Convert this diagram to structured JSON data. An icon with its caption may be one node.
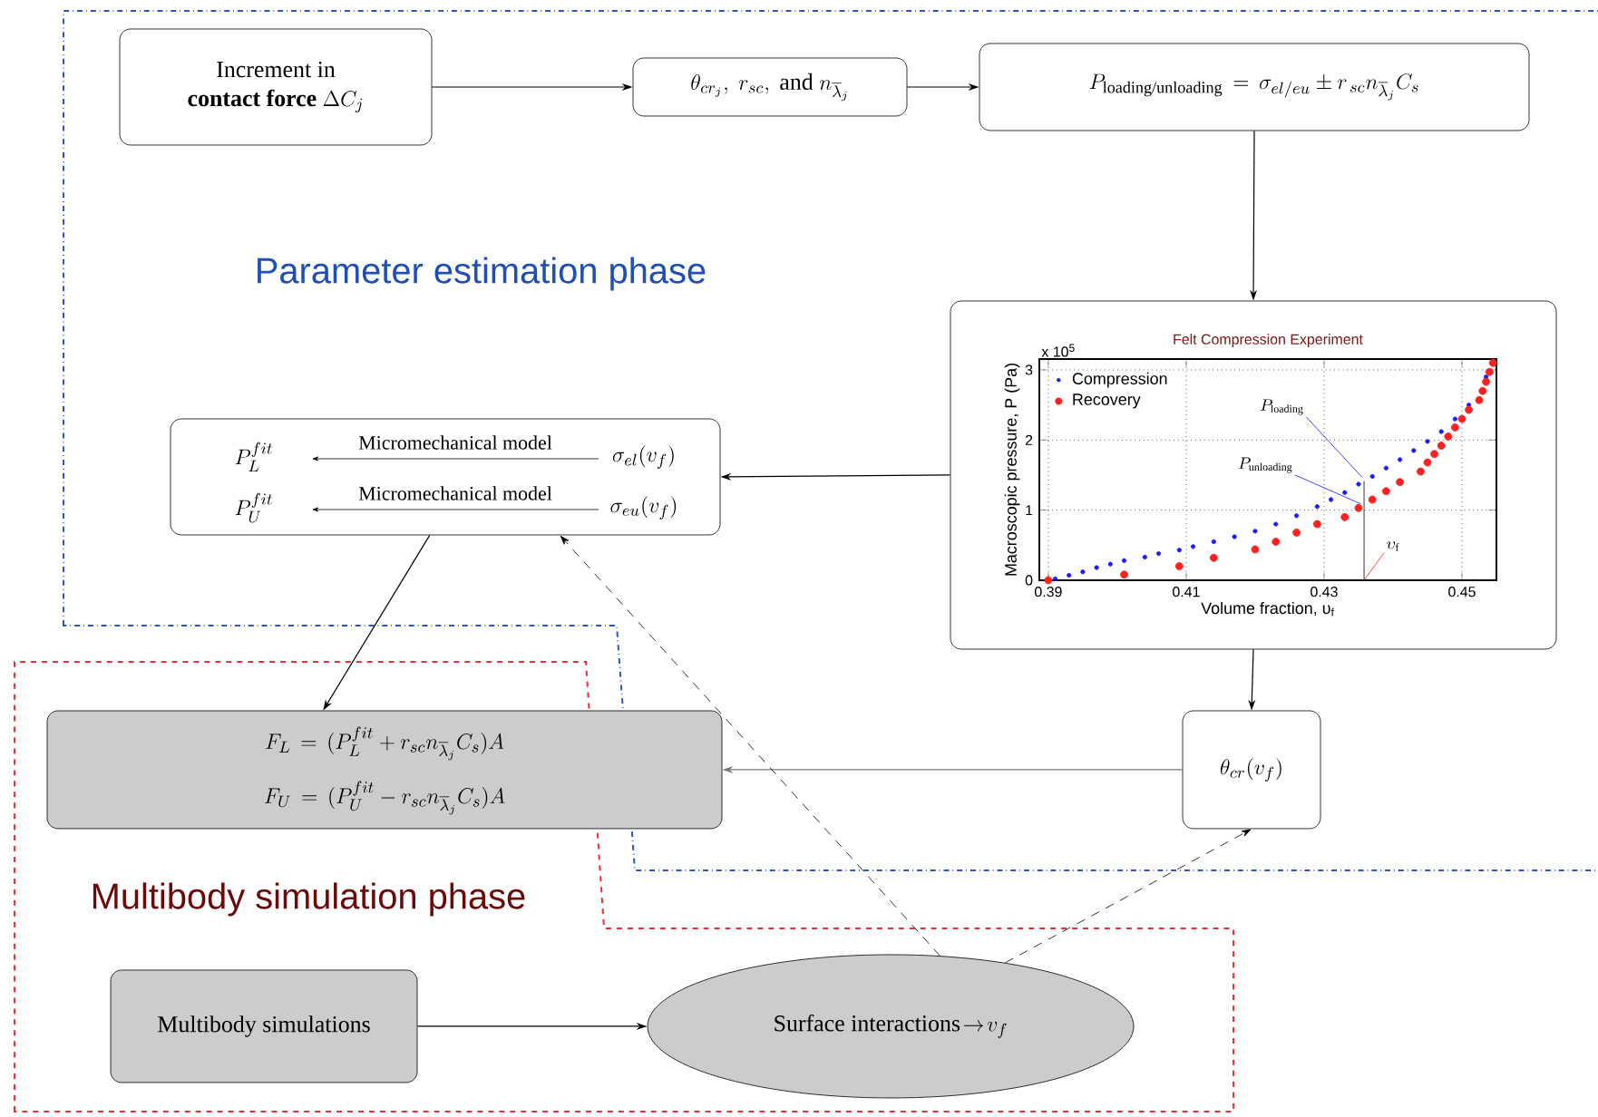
{
  "diagram": {
    "nodes": [
      {
        "text": [
          "Parameter estimation phase"
        ]
      },
      {
        "text": [
          "Multibody simulation phase"
        ]
      },
      {
        "text": [
          "Increment in",
          "contact force",
          "\\Delta C_j"
        ],
        "in": 0
      },
      {
        "text": [
          "\\theta_{cr_j},\\ r_{sc},\\ \\text{and}\\ n_{\\overline{\\lambda}_j}"
        ],
        "in": 0
      },
      {
        "text": [
          "P_{\\text{loading/unloading}} \\,=\\, \\sigma_{el/eu} \\pm r_{\\,sc} n_{\\overline{\\lambda}_j} C_s"
        ],
        "in": 0
      },
      {
        "text": [],
        "shape": "box",
        "in": 0
      },
      {
        "text": [
          "P_L^{fit}",
          "Micromechanical model",
          "\\sigma_{el}(v_f)",
          "P_U^{fit}",
          "Micromechanical model",
          "\\sigma_{eu}(v_f)"
        ],
        "in": 0
      },
      {
        "text": [
          "F_L \\,=\\, (P_L^{fit} + r_{sc} n_{\\overline{\\lambda}_j} C_s)A",
          "F_U \\,=\\, (P_U^{fit} - r_{sc} n_{\\overline{\\lambda}_j} C_s)A"
        ],
        "in": 1
      },
      {
        "text": [
          "\\theta_{cr}(v_f)"
        ],
        "in": 0
      },
      {
        "text": [
          "Multibody simulations"
        ],
        "in": 1
      },
      {
        "text": [
          "\\text{Surface interactions}\\!\\rightarrow\\! v_f"
        ],
        "in": 1
      }
    ],
    "edges": [
      {
        "from": 2,
        "to": 3,
        "arrow": "to"
      },
      {
        "from": 3,
        "to": 4,
        "arrow": "to"
      },
      {
        "from": 4,
        "to": 5,
        "arrow": "to"
      },
      {
        "from": 5,
        "to": 6,
        "arrow": "to"
      },
      {
        "from": 6,
        "to": 7,
        "arrow": "to"
      },
      {
        "from": 5,
        "to": 8,
        "arrow": "to"
      },
      {
        "from": 8,
        "to": 7,
        "arrow": "to",
        "color": "#777777"
      },
      {
        "from": 9,
        "to": 10,
        "arrow": "to"
      },
      {
        "from": 10,
        "to": 6,
        "arrow": "to",
        "style": "dashed"
      },
      {
        "from": 10,
        "to": 8,
        "arrow": "to",
        "style": "dashed"
      }
    ],
    "chart_data": {
      "type": "scatter",
      "title": "Felt Compression Experiment",
      "xlabel": "Volume fraction, υ$_{f}$",
      "ylabel": "Macroscopic pressure, P (Pa)",
      "xlim": [
        0.3887,
        0.455
      ],
      "ylim": [
        0,
        3.155
      ],
      "xticks": [
        {
          "value": 0.39,
          "label": "0.39"
        },
        {
          "value": 0.41,
          "label": "0.41"
        },
        {
          "value": 0.43,
          "label": "0.43"
        },
        {
          "value": 0.45,
          "label": "0.45"
        }
      ],
      "yticks": [
        {
          "value": 0,
          "label": "0"
        },
        {
          "value": 1,
          "label": "1"
        },
        {
          "value": 2,
          "label": "2"
        },
        {
          "value": 3,
          "label": "3"
        }
      ],
      "x": [
        0.39,
        0.391,
        0.393,
        0.395,
        0.397,
        0.399,
        0.401,
        0.404,
        0.406,
        0.409,
        0.411,
        0.414,
        0.417,
        0.42,
        0.423,
        0.426,
        0.429,
        0.431,
        0.433,
        0.435,
        0.437,
        0.439,
        0.441,
        0.443,
        0.444,
        0.445,
        0.446,
        0.447,
        0.448,
        0.449,
        0.45,
        0.451,
        0.452,
        0.4525,
        0.453,
        0.4535,
        0.454,
        0.4545
      ],
      "series": [
        {
          "name": "Compression",
          "color": "#1a1aff",
          "values": [
            null,
            0.02,
            0.07,
            0.12,
            0.18,
            0.23,
            0.28,
            0.33,
            0.38,
            0.43,
            0.48,
            0.55,
            0.62,
            0.7,
            0.8,
            0.92,
            1.05,
            1.15,
            1.25,
            1.37,
            1.48,
            1.6,
            1.72,
            1.85,
            null,
            1.98,
            null,
            2.12,
            null,
            2.3,
            null,
            2.5,
            null,
            null,
            null,
            2.9,
            null,
            null
          ]
        },
        {
          "name": "Recovery",
          "color": "#ff2020",
          "values": [
            0,
            null,
            null,
            null,
            null,
            null,
            0.08,
            null,
            null,
            0.2,
            null,
            0.32,
            null,
            0.44,
            0.55,
            0.68,
            0.8,
            null,
            0.9,
            1.03,
            1.15,
            1.27,
            1.4,
            null,
            1.55,
            1.68,
            1.8,
            1.92,
            2.05,
            2.18,
            2.3,
            2.43,
            null,
            2.57,
            2.7,
            2.83,
            2.97,
            3.1
          ]
        }
      ],
      "grid": true,
      "legend": "upper left",
      "ref_lines": [
        {
          "axis": "x",
          "value": 0.4358
        }
      ],
      "annotations": [
        "x 10$^{5}$",
        "P_{\\mathrm{loading}}",
        "P_{\\mathrm{unloading}}",
        "\\upsilon_{\\mathrm{f}}"
      ]
    }
  }
}
